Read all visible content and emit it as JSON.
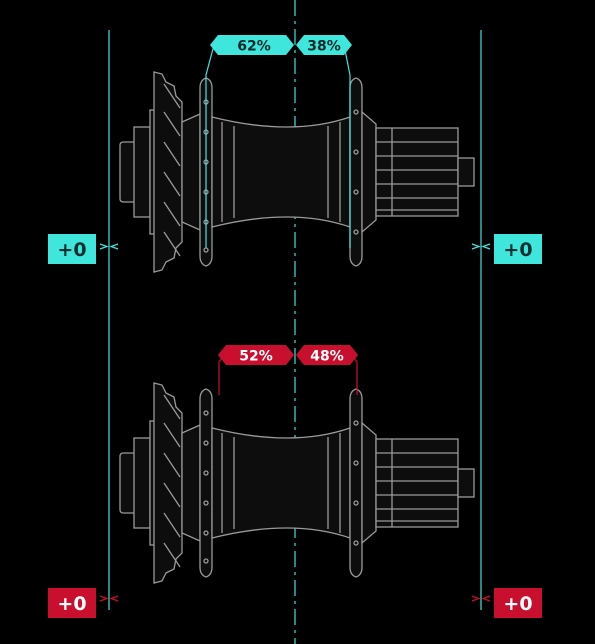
{
  "colors": {
    "background": "#000000",
    "teal": "#3ee6dc",
    "red": "#c8102e",
    "hub_line": "#9a9a9a",
    "hub_fill": "#0d0d0d"
  },
  "top_hub": {
    "left_percent": "62%",
    "right_percent": "38%",
    "left_offset": "+0",
    "right_offset": "+0"
  },
  "bottom_hub": {
    "left_percent": "52%",
    "right_percent": "48%",
    "left_offset": "+0",
    "right_offset": "+0"
  }
}
